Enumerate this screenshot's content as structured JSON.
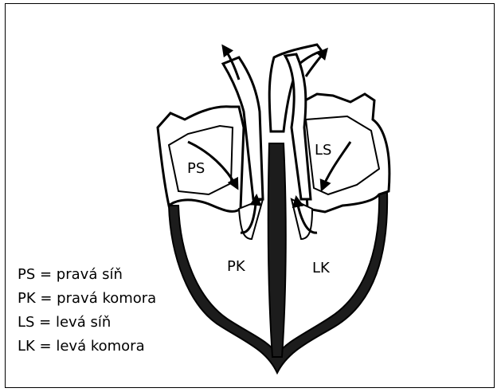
{
  "labels": {
    "ps": "PS",
    "pk": "PK",
    "ls": "LS",
    "lk": "LK"
  },
  "legend": [
    "PS = pravá síň",
    "PK = pravá komora",
    "LS = levá síň",
    "LK = levá komora"
  ],
  "colors": {
    "outline": "#000000",
    "wall_fill": "#222222",
    "background": "#ffffff"
  }
}
